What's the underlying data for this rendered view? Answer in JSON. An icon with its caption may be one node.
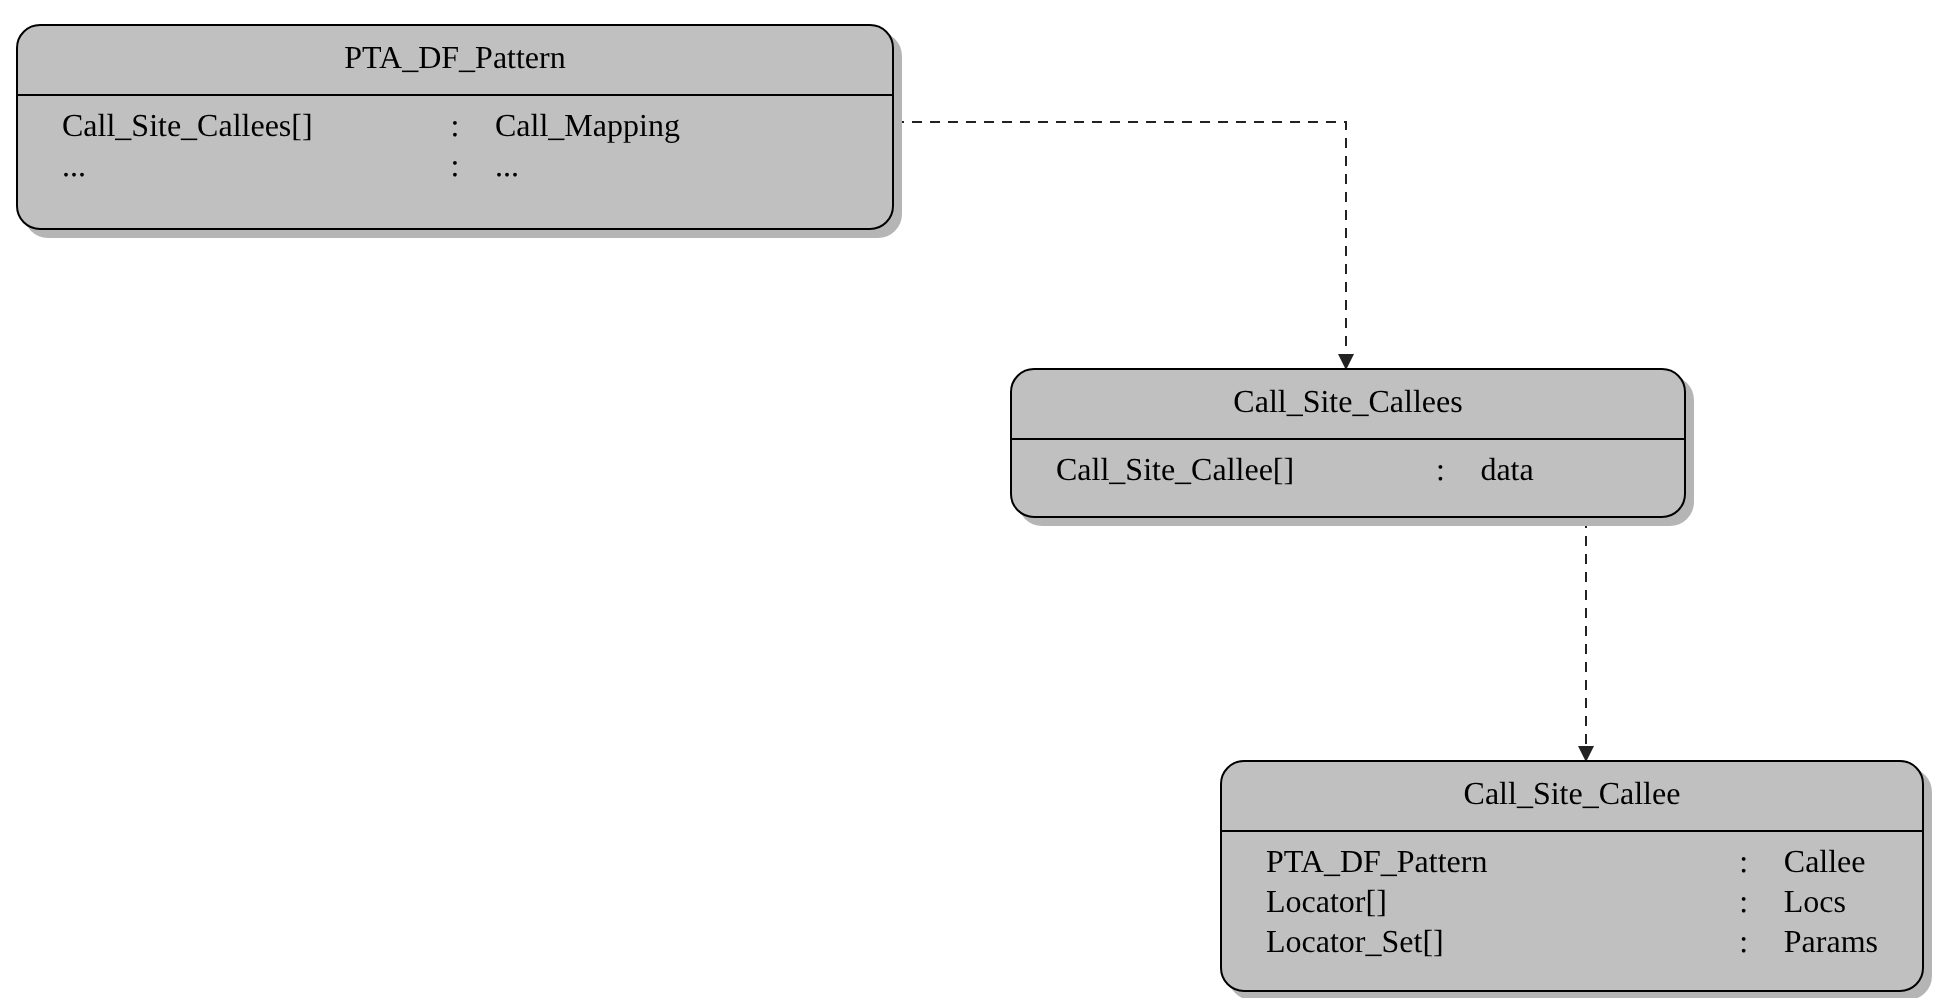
{
  "diagram": {
    "nodes": [
      {
        "text": [
          "PTA_DF_Pattern",
          "Call_Site_Callees[]",
          ":",
          "Call_Mapping",
          "...",
          ":",
          "..."
        ]
      },
      {
        "text": [
          "Call_Site_Callees",
          "Call_Site_Callee[]",
          ":",
          "data"
        ]
      },
      {
        "text": [
          "Call_Site_Callee",
          "PTA_DF_Pattern",
          ":",
          "Callee",
          "Locator[]",
          ":",
          "Locs",
          "Locator_Set[]",
          ":",
          "Params"
        ]
      }
    ],
    "edges": [
      {
        "from": 0,
        "to": 1,
        "arrow": "to",
        "style": "dashed"
      },
      {
        "from": 1,
        "to": 2,
        "arrow": "to",
        "style": "dashed"
      }
    ]
  }
}
